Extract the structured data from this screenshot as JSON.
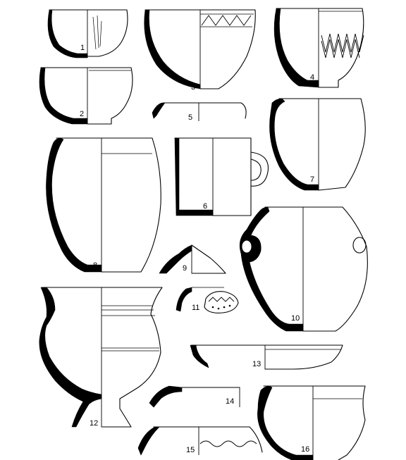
{
  "figure": {
    "vessels": [
      {
        "id": "v1",
        "label": "1"
      },
      {
        "id": "v2",
        "label": "2"
      },
      {
        "id": "v3",
        "label": "3"
      },
      {
        "id": "v4",
        "label": "4"
      },
      {
        "id": "v5",
        "label": "5"
      },
      {
        "id": "v6",
        "label": "6"
      },
      {
        "id": "v7",
        "label": "7"
      },
      {
        "id": "v8",
        "label": "8"
      },
      {
        "id": "v9",
        "label": "9"
      },
      {
        "id": "v10",
        "label": "10"
      },
      {
        "id": "v11",
        "label": "11"
      },
      {
        "id": "v12",
        "label": "12"
      },
      {
        "id": "v13",
        "label": "13"
      },
      {
        "id": "v14",
        "label": "14"
      },
      {
        "id": "v15",
        "label": "15"
      },
      {
        "id": "v16",
        "label": "16"
      }
    ]
  },
  "colors": {
    "ink": "#000000",
    "paper": "#ffffff"
  }
}
